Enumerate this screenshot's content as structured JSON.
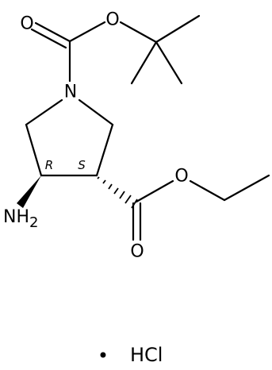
{
  "molecule": {
    "atoms": {
      "carbonyl_o_top": "O",
      "ester_o_top": "O",
      "ring_n": "N",
      "ester_o_right": "O",
      "carbonyl_o_bottom": "O",
      "amine_n": "NH",
      "amine_subscript": "2"
    },
    "stereo": {
      "c4": "R",
      "c3": "S"
    }
  },
  "salt": {
    "dot": "•",
    "formula": "HCl"
  }
}
